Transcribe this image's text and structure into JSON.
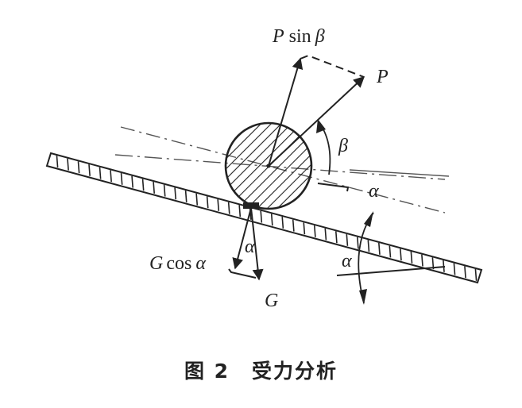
{
  "labels": {
    "p_sin_beta": {
      "var": "P",
      "fn": "sin",
      "sym": "β"
    },
    "p": "P",
    "beta": "β",
    "alpha_right": "α",
    "alpha_incline": "α",
    "alpha_bottom": "α",
    "g_cos_alpha": {
      "var": "G",
      "fn": "cos",
      "sym": "α"
    },
    "g": "G"
  },
  "caption": {
    "figure": "图 2",
    "title": "受力分析"
  },
  "colors": {
    "ink": "#222222",
    "background": "#ffffff"
  }
}
